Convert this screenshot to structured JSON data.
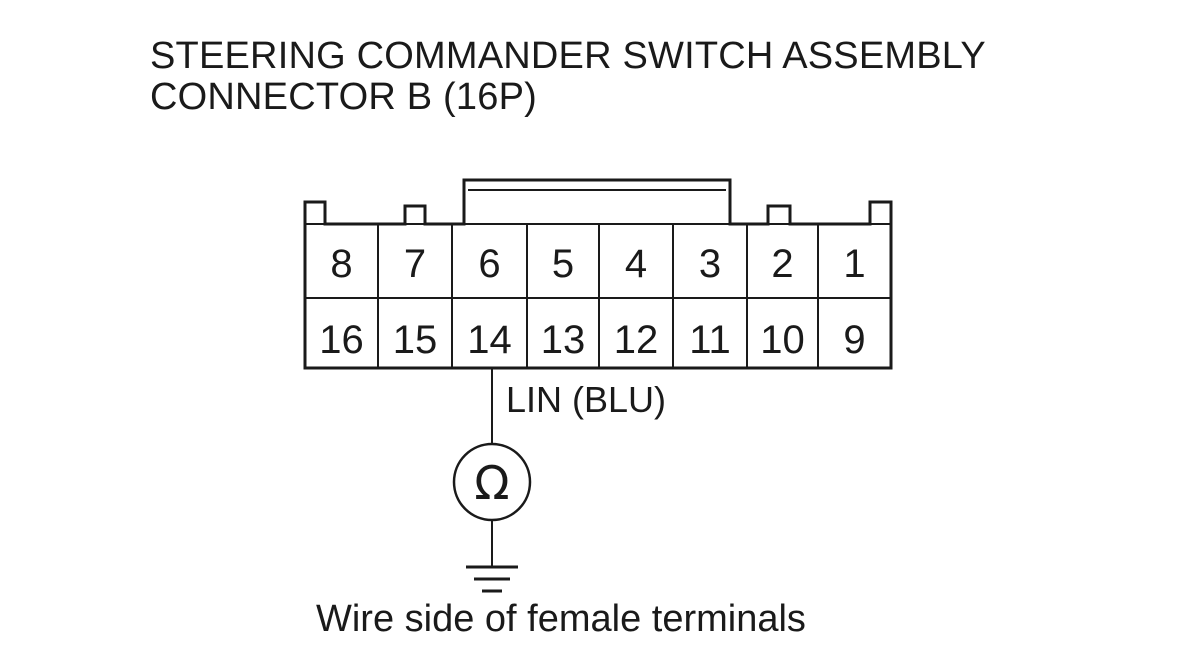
{
  "title": {
    "line1": "STEERING COMMANDER SWITCH ASSEMBLY",
    "line2": "CONNECTOR B (16P)"
  },
  "connector": {
    "top_row": [
      "8",
      "7",
      "6",
      "5",
      "4",
      "3",
      "2",
      "1"
    ],
    "bottom_row": [
      "16",
      "15",
      "14",
      "13",
      "12",
      "11",
      "10",
      "9"
    ],
    "probed_terminal": "14"
  },
  "wire": {
    "label": "LIN (BLU)"
  },
  "meter": {
    "symbol": "Ω",
    "icon": "ohmmeter-icon"
  },
  "ground": {
    "icon": "ground-icon"
  },
  "caption": "Wire side of female terminals",
  "colors": {
    "line": "#1a1a1a",
    "background": "#ffffff"
  }
}
